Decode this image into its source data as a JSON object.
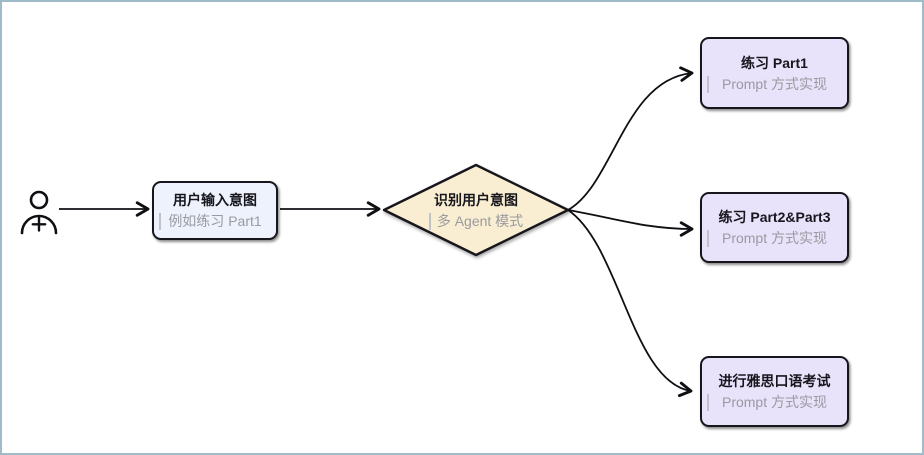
{
  "frame": {
    "border_color": "#9fbac8",
    "background": "#ffffff"
  },
  "colors": {
    "node_border": "#17161d",
    "arrow": "#101014",
    "title_text": "#17161d",
    "subtitle_text": "#9a9aa0",
    "subtitle_bar": "#bfc3c9"
  },
  "actor": {
    "icon": "person-add-icon"
  },
  "nodes": {
    "user_input": {
      "title": "用户输入意图",
      "subtitle": "例如练习 Part1",
      "fill": "#edf2fc"
    },
    "intent": {
      "title": "识别用户意图",
      "subtitle": "多 Agent 模式",
      "fill": "#f9eed2"
    },
    "part1": {
      "title": "练习 Part1",
      "subtitle": "Prompt 方式实现",
      "fill": "#e9e2fb"
    },
    "part2_3": {
      "title": "练习 Part2&Part3",
      "subtitle": "Prompt 方式实现",
      "fill": "#e9e2fb"
    },
    "exam": {
      "title": "进行雅思口语考试",
      "subtitle": "Prompt 方式实现",
      "fill": "#e9e2fb"
    }
  },
  "edges": [
    {
      "from": "actor",
      "to": "user_input"
    },
    {
      "from": "user_input",
      "to": "intent"
    },
    {
      "from": "intent",
      "to": "part1"
    },
    {
      "from": "intent",
      "to": "part2_3"
    },
    {
      "from": "intent",
      "to": "exam"
    }
  ]
}
